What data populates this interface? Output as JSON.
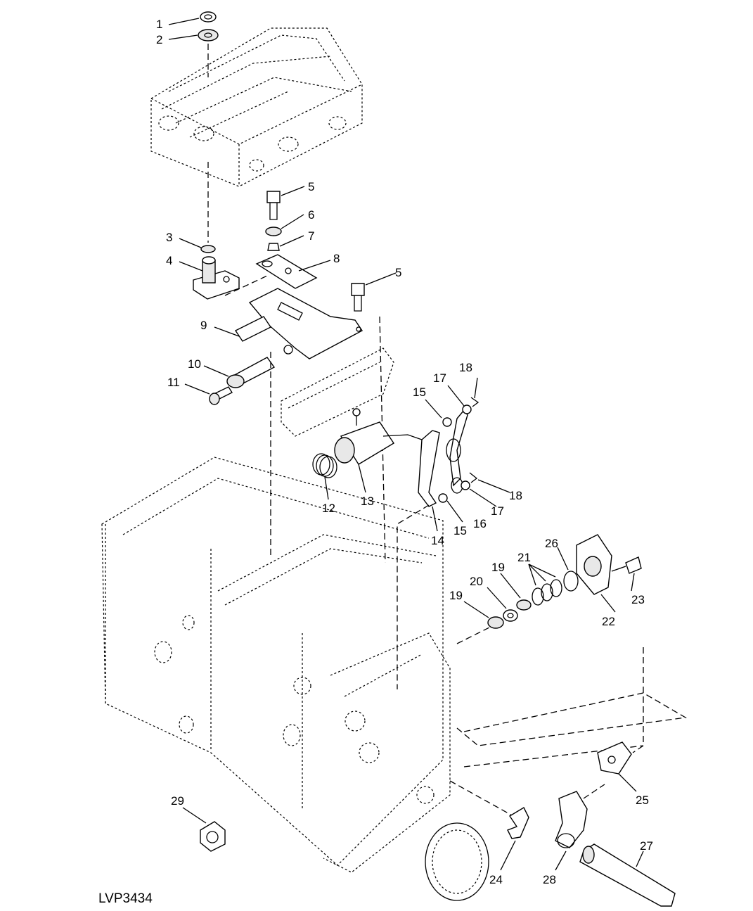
{
  "figure_id": "LVP3434",
  "callouts": {
    "c1": "1",
    "c2": "2",
    "c3": "3",
    "c4": "4",
    "c5a": "5",
    "c5b": "5",
    "c6": "6",
    "c7": "7",
    "c8": "8",
    "c9": "9",
    "c10": "10",
    "c11": "11",
    "c12": "12",
    "c13": "13",
    "c14": "14",
    "c15a": "15",
    "c15b": "15",
    "c16": "16",
    "c17a": "17",
    "c17b": "17",
    "c18a": "18",
    "c18b": "18",
    "c19a": "19",
    "c19b": "19",
    "c20": "20",
    "c21": "21",
    "c22": "22",
    "c23": "23",
    "c24": "24",
    "c25": "25",
    "c26": "26",
    "c27": "27",
    "c28": "28",
    "c29": "29"
  }
}
